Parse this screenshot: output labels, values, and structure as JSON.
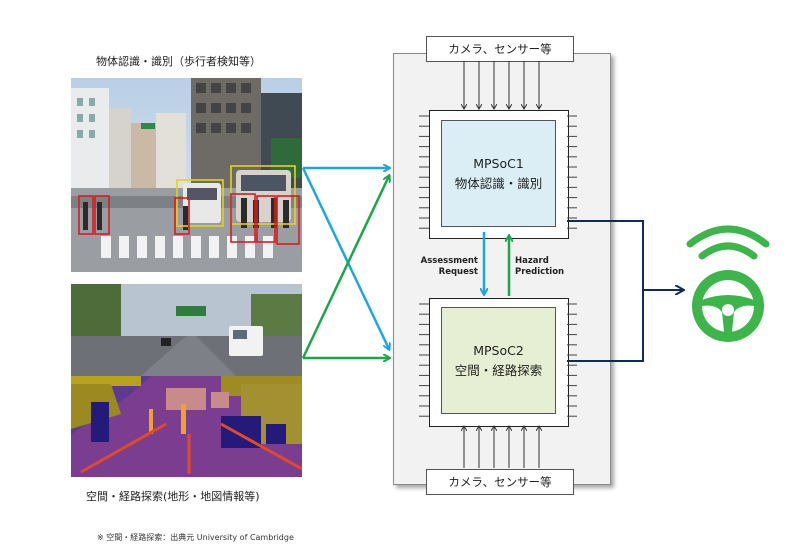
{
  "captions": {
    "top_photo": "物体認識・識別（歩行者検知等）",
    "bottom_photo": "空間・経路探索(地形・地図情報等)",
    "footnote": "※ 空間・経路探索：出典元 University of Cambridge"
  },
  "sensors": {
    "top": "カメラ、センサー等",
    "bottom": "カメラ、センサー等"
  },
  "chips": {
    "mpsoc1": {
      "name": "MPSoC1",
      "function": "物体認識・識別"
    },
    "mpsoc2": {
      "name": "MPSoC2",
      "function": "空間・経路探索"
    }
  },
  "links": {
    "assessment": [
      "Assessment",
      "Request"
    ],
    "hazard": [
      "Hazard",
      "Prediction"
    ]
  },
  "icons": {
    "vehicle": "steering-wheel-wireless-icon"
  },
  "colors": {
    "blue_arrow": "#1ca7e0",
    "green_arrow": "#18a84a",
    "navy_line": "#0f2a5c",
    "wheel_green": "#3cb54a"
  }
}
